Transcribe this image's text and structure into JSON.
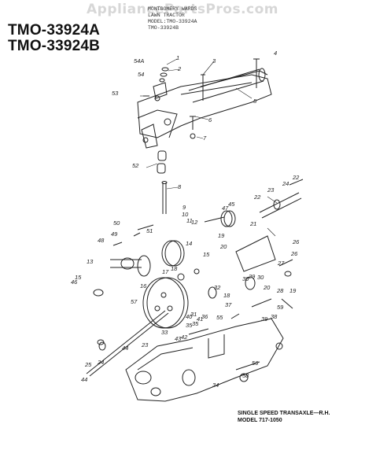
{
  "watermark": "AppliancePartsPros.com",
  "models": [
    "TMO-33924A",
    "TMO-33924B"
  ],
  "header": {
    "line1": "MONTGOMERY WARDS",
    "line2": "LAWN TRACTOR",
    "line3": "MODEL:TMO-33924A",
    "line4": "TMO-33924B"
  },
  "caption": {
    "line1": "SINGLE SPEED TRANSAXLE—R.H.",
    "line2": "MODEL 717-1050"
  },
  "part_labels": [
    "1",
    "2",
    "3",
    "4",
    "5",
    "6",
    "7",
    "8",
    "9",
    "10",
    "11",
    "12",
    "13",
    "14",
    "15",
    "15",
    "16",
    "17",
    "18",
    "18",
    "19",
    "19",
    "20",
    "20",
    "21",
    "22",
    "22",
    "23",
    "23",
    "24",
    "24",
    "25",
    "26",
    "26",
    "27",
    "28",
    "29",
    "30",
    "30",
    "31",
    "32",
    "33",
    "34",
    "35",
    "35",
    "36",
    "37",
    "38",
    "39",
    "40",
    "41",
    "42",
    "43",
    "44",
    "44",
    "45",
    "46",
    "47",
    "48",
    "49",
    "50",
    "51",
    "52",
    "53",
    "54",
    "54A",
    "55",
    "56",
    "57",
    "58",
    "59"
  ]
}
